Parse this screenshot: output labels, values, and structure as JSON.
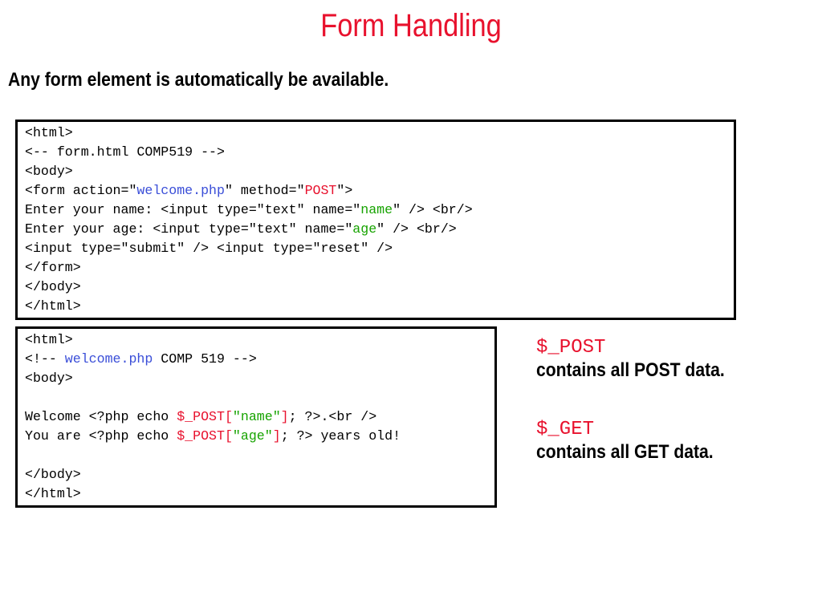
{
  "slide": {
    "title": "Form Handling",
    "subtitle": "Any form element is automatically be available."
  },
  "form_code": {
    "l1": "<html>",
    "l2": "<-- form.html COMP519 -->",
    "l3": "<body>",
    "l4_a": "<form action=\"",
    "l4_b": "welcome.php",
    "l4_c": "\" method=\"",
    "l4_d": "POST",
    "l4_e": "\">",
    "l5_a": "Enter your name: <input type=\"text\" name=\"",
    "l5_b": "name",
    "l5_c": "\" /> <br/>",
    "l6_a": "Enter your age: <input type=\"text\" name=\"",
    "l6_b": "age",
    "l6_c": "\" /> <br/>",
    "l7": "<input type=\"submit\" /> <input type=\"reset\" />",
    "l8": "</form>",
    "l9": "</body>",
    "l10": "</html>"
  },
  "welcome_code": {
    "l1": "<html>",
    "l2_a": "<!-- ",
    "l2_b": "welcome.php",
    "l2_c": " COMP 519 -->",
    "l3": "<body>",
    "l5_a": "Welcome <?php echo ",
    "l5_b": "$_POST[",
    "l5_c": "\"name\"",
    "l5_d": "]",
    "l5_e": "; ?>.<br />",
    "l6_a": "You are <?php echo ",
    "l6_b": "$_POST[",
    "l6_c": "\"age\"",
    "l6_d": "]",
    "l6_e": "; ?> years old!",
    "l8": "</body>",
    "l9": "</html>"
  },
  "notes": {
    "post_var": "$_POST",
    "post_desc": "contains all POST data.",
    "get_var": "$_GET",
    "get_desc": "contains all GET data."
  },
  "colors": {
    "title_red": "#e8112d",
    "link_blue": "#3a4ed8",
    "string_green": "#17a300"
  }
}
